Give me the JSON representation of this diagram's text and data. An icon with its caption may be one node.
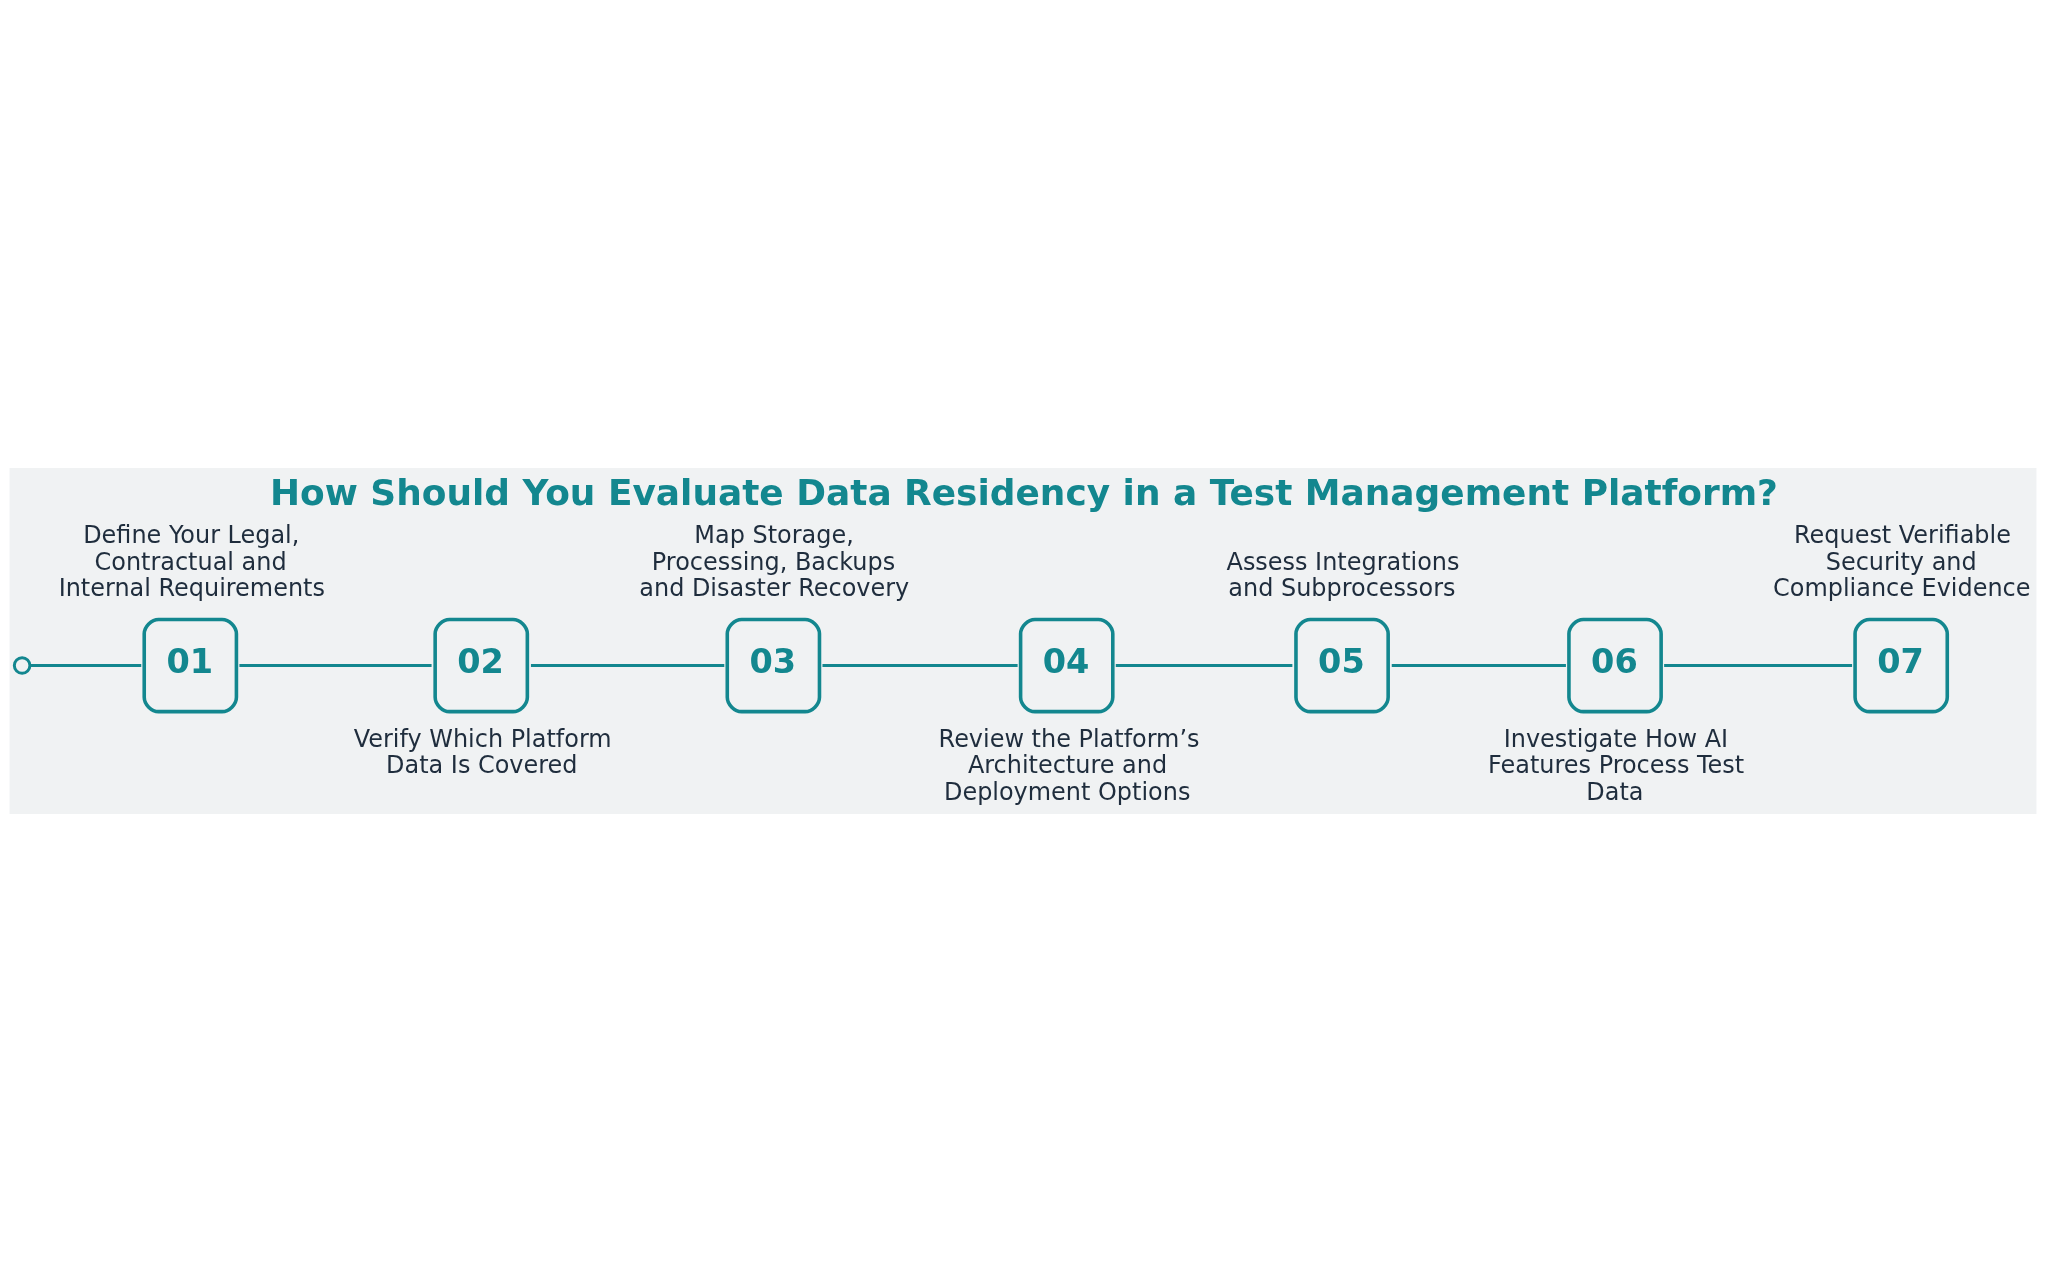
{
  "diagram": {
    "title": "How Should You Evaluate Data Residency in a Test Management Platform?",
    "nodes": [
      {
        "text": [],
        "shape": "circle"
      },
      {
        "text": [
          "01"
        ],
        "beside": [
          "Define Your Legal, Contractual and Internal Requirements"
        ]
      },
      {
        "text": [
          "02"
        ],
        "beside": [
          "Verify Which Platform Data Is Covered"
        ]
      },
      {
        "text": [
          "03"
        ],
        "beside": [
          "Map Storage, Processing, Backups and Disaster Recovery"
        ]
      },
      {
        "text": [
          "04"
        ],
        "beside": [
          "Review the Platform’s Architecture and Deployment Options"
        ]
      },
      {
        "text": [
          "05"
        ],
        "beside": [
          "Assess Integrations and Subprocessors"
        ]
      },
      {
        "text": [
          "06"
        ],
        "beside": [
          "Investigate How AI Features Process Test Data"
        ]
      },
      {
        "text": [
          "07"
        ],
        "beside": [
          "Request Verifiable Security and Compliance Evidence"
        ]
      }
    ],
    "edges": [
      {
        "from": 0,
        "to": 1,
        "arrow": "none"
      },
      {
        "from": 1,
        "to": 2,
        "arrow": "none"
      },
      {
        "from": 2,
        "to": 3,
        "arrow": "none"
      },
      {
        "from": 3,
        "to": 4,
        "arrow": "none"
      },
      {
        "from": 4,
        "to": 5,
        "arrow": "none"
      },
      {
        "from": 5,
        "to": 6,
        "arrow": "none"
      },
      {
        "from": 6,
        "to": 7,
        "arrow": "none"
      }
    ]
  }
}
